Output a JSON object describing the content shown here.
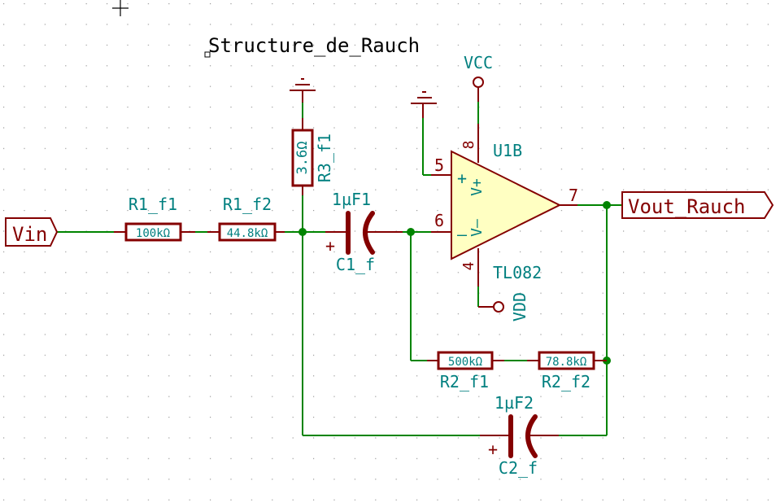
{
  "sheet": {
    "title": "Structure_de_Rauch",
    "colors": {
      "background": "#ffffff",
      "grid_dot": "#9a9a9a",
      "wire": "#008400",
      "component_outline": "#840000",
      "component_text": "#007f7f",
      "opamp_fill": "#ffffc2",
      "junction": "#008400"
    }
  },
  "labels": {
    "input": "Vin",
    "output": "Vout_Rauch"
  },
  "power": {
    "vcc": "VCC",
    "vdd": "VDD"
  },
  "components": {
    "r1_f1": {
      "ref": "R1_f1",
      "value": "100kΩ"
    },
    "r1_f2": {
      "ref": "R1_f2",
      "value": "44.8kΩ"
    },
    "r3_f1": {
      "ref": "R3_f1",
      "value": "3.6Ω"
    },
    "c1_f": {
      "ref": "C1_f",
      "value": "1µF1",
      "polarity": "+"
    },
    "c2_f": {
      "ref": "C2_f",
      "value": "1µF2",
      "polarity": "+"
    },
    "r2_f1": {
      "ref": "R2_f1",
      "value": "500kΩ"
    },
    "r2_f2": {
      "ref": "R2_f2",
      "value": "78.8kΩ"
    },
    "u1b": {
      "ref": "U1B",
      "value": "TL082",
      "pins": {
        "plus": "5",
        "minus": "6",
        "out": "7",
        "vplus": "8",
        "vminus": "4"
      },
      "symbol_plus": "+",
      "symbol_minus": "–",
      "vplus_label": "V+",
      "vminus_label": "V–"
    }
  },
  "cursor": {
    "icon": "crosshair-icon"
  }
}
